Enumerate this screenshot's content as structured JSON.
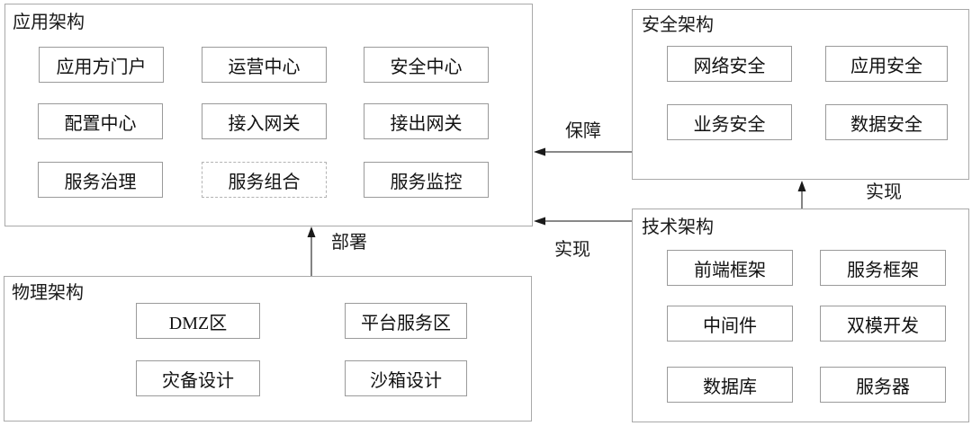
{
  "panels": {
    "app": {
      "title": "应用架构",
      "boxes": [
        "应用方门户",
        "运营中心",
        "安全中心",
        "配置中心",
        "接入网关",
        "接出网关",
        "服务治理",
        "服务组合",
        "服务监控"
      ]
    },
    "security": {
      "title": "安全架构",
      "boxes": [
        "网络安全",
        "应用安全",
        "业务安全",
        "数据安全"
      ]
    },
    "tech": {
      "title": "技术架构",
      "boxes": [
        "前端框架",
        "服务框架",
        "中间件",
        "双模开发",
        "数据库",
        "服务器"
      ]
    },
    "physical": {
      "title": "物理架构",
      "boxes": [
        "DMZ区",
        "平台服务区",
        "灾备设计",
        "沙箱设计"
      ]
    }
  },
  "arrows": [
    {
      "label": "保障",
      "from": "安全架构",
      "to": "应用架构"
    },
    {
      "label": "实现",
      "from": "技术架构",
      "to": "应用架构"
    },
    {
      "label": "实现",
      "from": "技术架构",
      "to": "安全架构"
    },
    {
      "label": "部署",
      "from": "物理架构",
      "to": "应用架构"
    }
  ],
  "colors": {
    "panel_border": "#a9a9a9",
    "box_border": "#9a9a9a",
    "dashed_box_border": "#b3b3b3",
    "arrow": "#1a1a1a",
    "text": "#111111",
    "background": "#ffffff"
  }
}
